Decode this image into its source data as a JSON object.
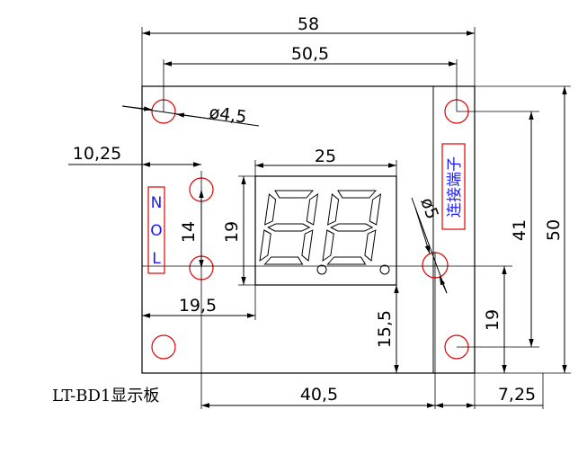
{
  "caption": "LT-BD1显示板",
  "dims": {
    "overall_width": "58",
    "hole_span": "50,5",
    "hole_diameter": "ø4,5",
    "left_offset": "10,25",
    "display_width": "25",
    "led_hole_span": "14",
    "display_height": "19",
    "display_right_edge": "19,5",
    "small_hole": "ø5",
    "right_hole_span": "41",
    "overall_height": "50",
    "center_hole_height": "19",
    "display_bottom": "15,5",
    "span_40": "40,5",
    "right_offset": "7,25"
  },
  "labels": {
    "left_indicators": [
      "N",
      "O",
      "L"
    ],
    "connector": "连接端子"
  },
  "display": {
    "digits": "88"
  },
  "colors": {
    "line": "#000000",
    "hole": "#e00000",
    "text_blue": "#1a1aff",
    "box": "#e00000"
  }
}
